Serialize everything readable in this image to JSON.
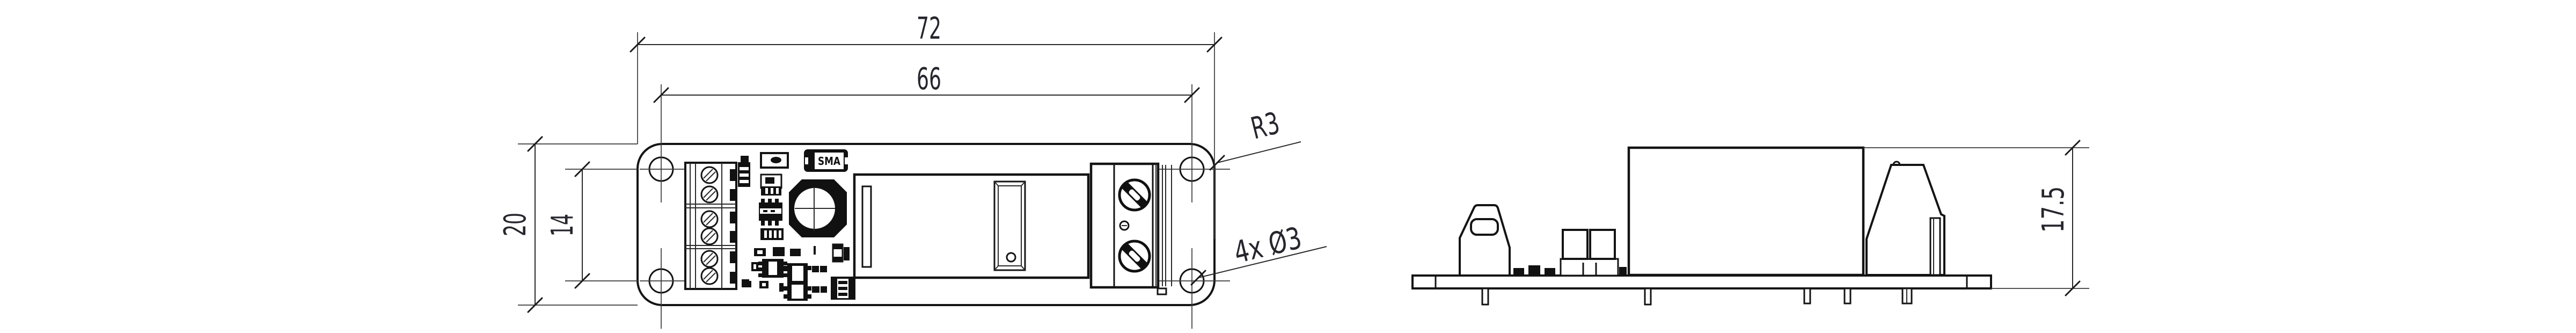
{
  "drawing": {
    "background": "#ffffff",
    "line_color": "#141414",
    "top_view": {
      "dim_width": "72",
      "dim_hole_spacing_width": "66",
      "dim_height": "20",
      "dim_hole_spacing_height": "14",
      "label_corner_radius": "R3",
      "label_holes": "4x Ø3",
      "component_marking": "SMA"
    },
    "side_view": {
      "dim_thickness": "17.5"
    }
  }
}
